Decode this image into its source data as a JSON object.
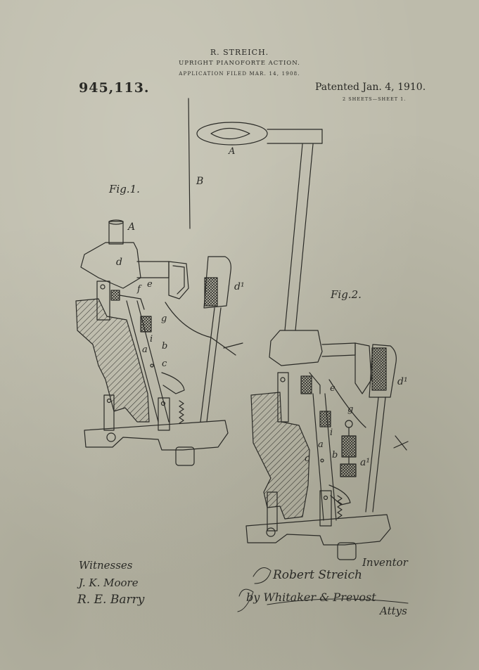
{
  "header": {
    "inventor_name": "R. STREICH.",
    "title": "UPRIGHT PIANOFORTE ACTION.",
    "filed": "APPLICATION FILED MAR. 14, 1908.",
    "patent_number": "945,113.",
    "patented": "Patented Jan. 4, 1910.",
    "sheets": "2 SHEETS—SHEET 1."
  },
  "figures": {
    "fig1_label": "Fig.1.",
    "fig2_label": "Fig.2."
  },
  "reference_letters": {
    "A": "A",
    "B": "B",
    "d": "d",
    "d1": "d¹",
    "e": "e",
    "f": "f",
    "g": "g",
    "i": "i",
    "a": "a",
    "b": "b",
    "c": "c",
    "a1": "a¹"
  },
  "footer": {
    "witnesses_title": "Witnesses",
    "witness_1": "J. K. Moore",
    "witness_2": "R. E. Barry",
    "inventor_title": "Inventor",
    "inventor_signature": "Robert Streich",
    "attorney_signature": "by Whitaker & Prevost",
    "attorney_suffix": "Attys"
  },
  "colors": {
    "paper": "#bdbbab",
    "ink": "#2a2a26"
  }
}
